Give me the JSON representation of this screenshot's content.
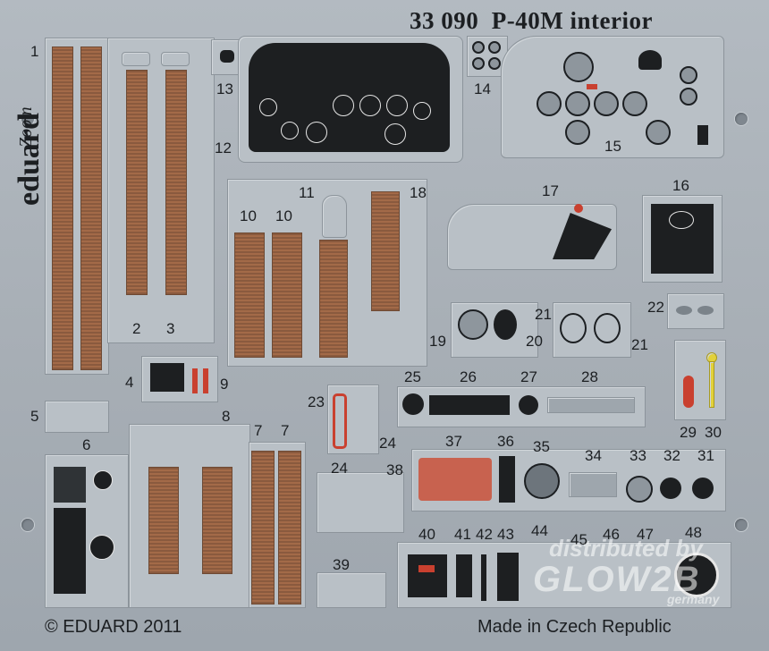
{
  "header": {
    "code": "33 090",
    "title": "P-40M interior"
  },
  "brand": {
    "name": "eduard",
    "sub": "Zoom"
  },
  "labels": [
    "1",
    "2",
    "3",
    "4",
    "5",
    "6",
    "7",
    "7",
    "8",
    "9",
    "10",
    "10",
    "11",
    "12",
    "13",
    "14",
    "15",
    "16",
    "17",
    "18",
    "19",
    "20",
    "21",
    "21",
    "22",
    "23",
    "24",
    "24",
    "25",
    "26",
    "27",
    "28",
    "29",
    "30",
    "31",
    "32",
    "33",
    "34",
    "35",
    "36",
    "37",
    "38",
    "39",
    "40",
    "41",
    "42",
    "43",
    "44",
    "45",
    "46",
    "47",
    "48"
  ],
  "watermark": {
    "line1": "distributed by",
    "line2": "GLOW2B",
    "line3": "germany"
  },
  "footer": {
    "copyright": "© EDUARD 2011",
    "origin": "Made in Czech Republic"
  }
}
